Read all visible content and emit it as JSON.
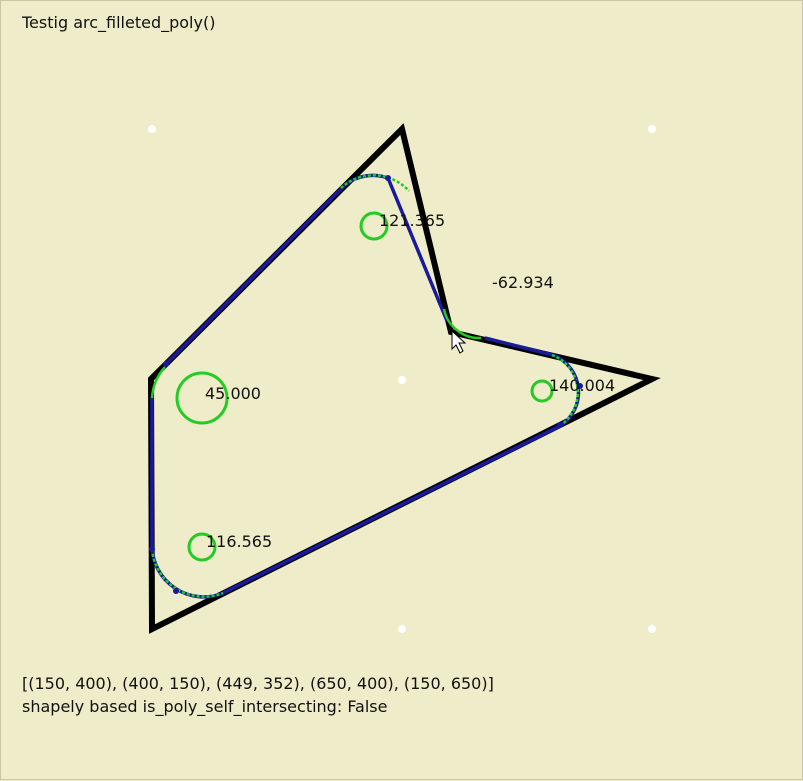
{
  "window": {
    "title": "Testig arc_filleted_poly()"
  },
  "sketch": {
    "points_text": "[(150, 400), (400, 150), (449, 352), (650, 400), (150, 650)]",
    "status_text": "shapely based is_poly_self_intersecting: False",
    "angle_labels": [
      "45.000",
      "121.365",
      "-62.934",
      "140.004",
      "116.565"
    ]
  },
  "colors": {
    "background": "#efecc9",
    "polygon": "#000000",
    "fillet_path": "#1a1a9c",
    "radius_circle": "#22cc22",
    "dots": "#ffffff"
  },
  "icons": [
    "mouse-cursor-icon"
  ]
}
